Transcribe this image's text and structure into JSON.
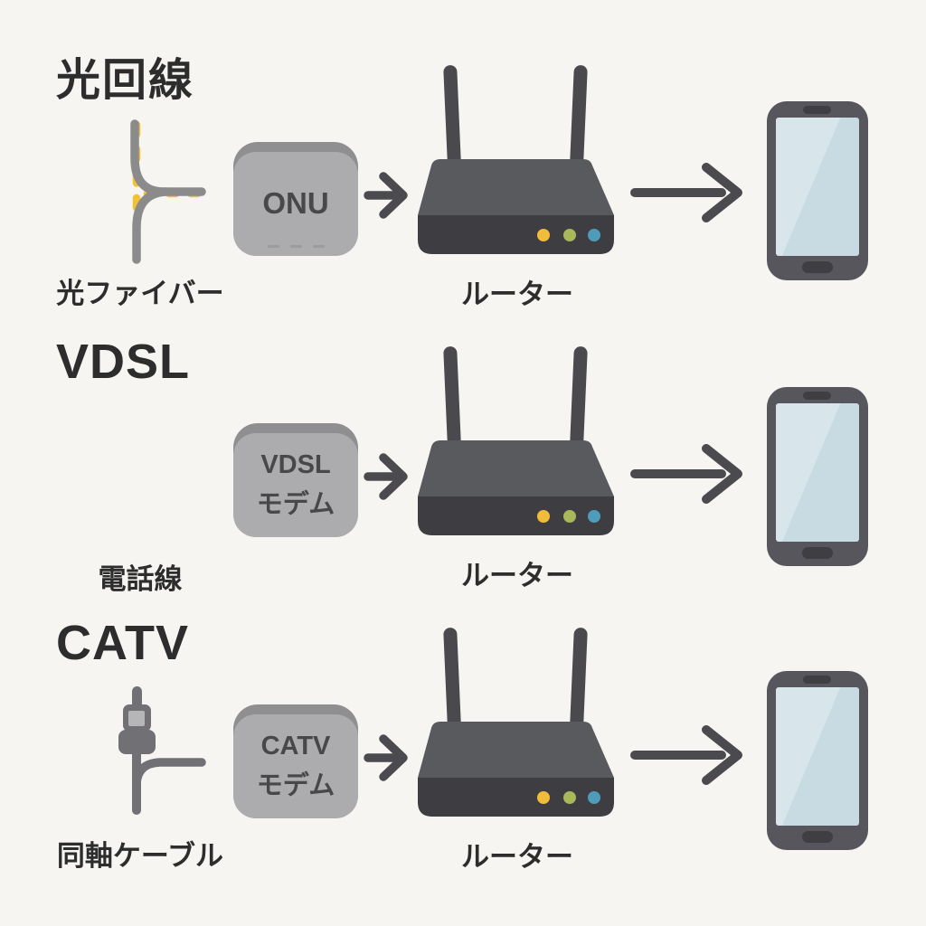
{
  "background": "#f6f5f2",
  "palette": {
    "text_dark": "#2d2d2e",
    "fiber_yellow": "#f1c232",
    "phone_line_gray": "#8b8b8b",
    "coax_gray": "#717175",
    "coax_tip_light": "#b6b6b8",
    "modem_face": "#acacae",
    "modem_edge": "#8f8f92",
    "modem_text": "#48484a",
    "router_top": "#595a5e",
    "router_base": "#3e3e42",
    "router_antenna": "#4a4a4e",
    "led_yellow": "#f0bc3a",
    "led_green": "#a9b858",
    "led_blue": "#4f9cba",
    "arrow_gray": "#4b4b4f",
    "phone_body": "#56565c",
    "phone_screen_light": "#d8e5ea",
    "phone_screen_dark": "#c9dbe2",
    "phone_detail": "#3e3e43"
  },
  "sections": [
    {
      "id": "hikari-fiber",
      "title": "光回線",
      "source_icon": "fiber-optic-dashed-line-icon",
      "source_label": "光ファイバー",
      "modem_label_lines": [
        "ONU"
      ],
      "router_label": "ルーター",
      "device": "smartphone"
    },
    {
      "id": "vdsl",
      "title": "VDSL",
      "source_icon": "telephone-line-icon",
      "source_label": "電話線",
      "modem_label_lines": [
        "VDSL",
        "モデム"
      ],
      "router_label": "ルーター",
      "device": "smartphone"
    },
    {
      "id": "catv",
      "title": "CATV",
      "source_icon": "coaxial-cable-icon",
      "source_label": "同軸ケーブル",
      "modem_label_lines": [
        "CATV",
        "モデム"
      ],
      "router_label": "ルーター",
      "device": "smartphone"
    }
  ]
}
